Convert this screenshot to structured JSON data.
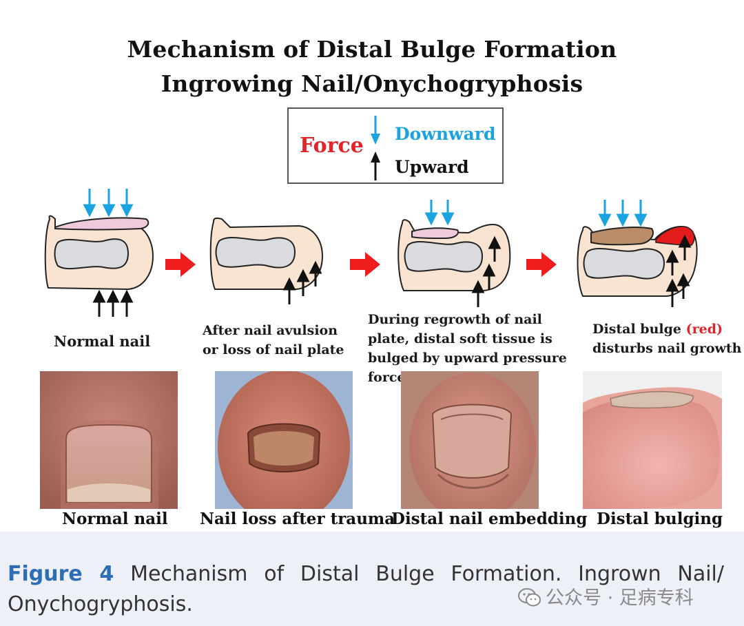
{
  "title_line1": "Mechanism of Distal Bulge Formation",
  "title_line2": "Ingrowing Nail/Onychogryphosis",
  "legend": {
    "force_label": "Force",
    "downward_label": "Downward",
    "upward_label": "Upward",
    "downward_color": "#1aa3de",
    "upward_color": "#111111",
    "force_color": "#e52228"
  },
  "stages": [
    {
      "caption": "Normal nail",
      "icon": "normal-nail-diagram"
    },
    {
      "caption_line1": "After nail avulsion",
      "caption_line2": "or loss of nail plate",
      "icon": "avulsed-nail-diagram"
    },
    {
      "caption_line1": "During regrowth of nail",
      "caption_line2": "plate, distal soft tissue is",
      "caption_line3": "bulged by upward pressure",
      "caption_line4": "forces",
      "icon": "regrowth-nail-diagram"
    },
    {
      "caption_line1_a": "Distal bulge",
      "caption_line1_b": "(red)",
      "caption_line2": "disturbs nail growth",
      "icon": "distal-bulge-diagram"
    }
  ],
  "photos": [
    {
      "label": "Normal nail"
    },
    {
      "label": "Nail loss after trauma"
    },
    {
      "label": "Distal nail embedding"
    },
    {
      "label": "Distal bulging"
    }
  ],
  "figure_caption": {
    "label": "Figure 4",
    "text": "Mechanism of Distal Bulge Formation. Ingrown Nail/ Onychogryphosis."
  },
  "watermark": {
    "text": "公众号 · 足病专科",
    "icon": "wechat-icon"
  },
  "colors": {
    "skin": "#f9e4d2",
    "bone": "#d9dbde",
    "nail_pink": "#efc9dc",
    "nail_brown": "#b98d6a",
    "bulge_red": "#e31b1b",
    "flow_arrow": "#ee1c1c"
  }
}
